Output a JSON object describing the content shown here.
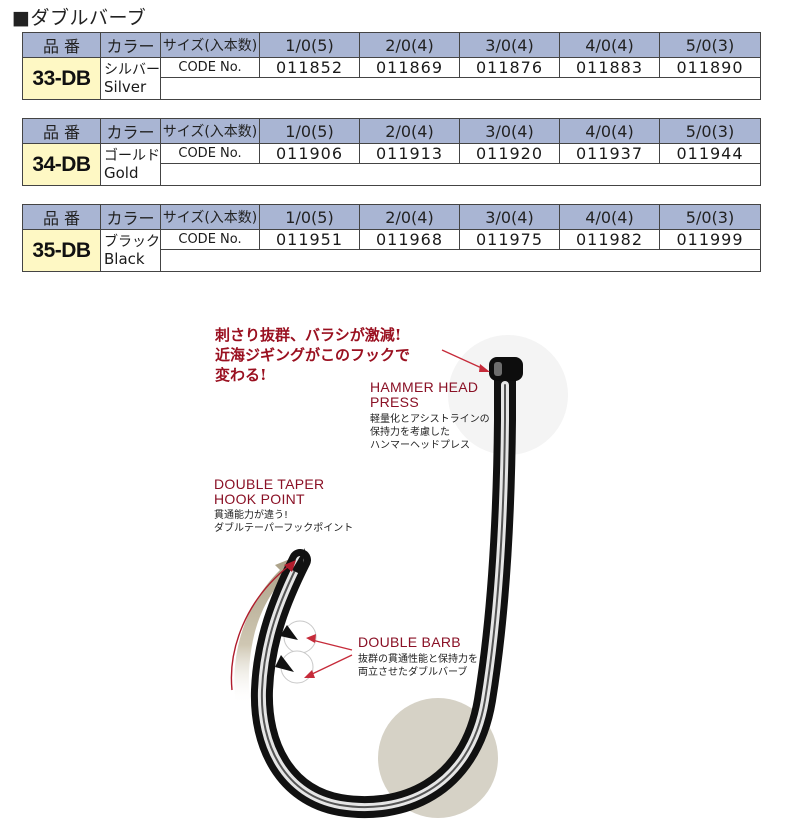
{
  "section_title": "■ダブルバーブ",
  "header": {
    "col_name": "品 番",
    "col_color": "カラー",
    "col_size": "サイズ(入本数)",
    "sizes": [
      "1/0(5)",
      "2/0(4)",
      "3/0(4)",
      "4/0(4)",
      "5/0(3)"
    ]
  },
  "code_label": "CODE No.",
  "products": [
    {
      "code": "33-DB",
      "color_jp": "シルバー",
      "color_en": "Silver",
      "codes": [
        "011852",
        "011869",
        "011876",
        "011883",
        "011890"
      ]
    },
    {
      "code": "34-DB",
      "color_jp": "ゴールド",
      "color_en": "Gold",
      "codes": [
        "011906",
        "011913",
        "011920",
        "011937",
        "011944"
      ]
    },
    {
      "code": "35-DB",
      "color_jp": "ブラック",
      "color_en": "Black",
      "codes": [
        "011951",
        "011968",
        "011975",
        "011982",
        "011999"
      ]
    }
  ],
  "catchphrase": {
    "line1": "刺さり抜群、バラシが激減!",
    "line2": "近海ジギングがこのフックで",
    "line3": "変わる!"
  },
  "callouts": {
    "hammer": {
      "title1": "HAMMER HEAD",
      "title2": "PRESS",
      "desc1": "軽量化とアシストラインの",
      "desc2": "保持力を考慮した",
      "desc3": "ハンマーヘッドプレス"
    },
    "taper": {
      "title1": "DOUBLE TAPER",
      "title2": "HOOK POINT",
      "desc1": "貫通能力が違う!",
      "desc2": "ダブルテーパーフックポイント"
    },
    "barb": {
      "title1": "DOUBLE BARB",
      "desc1": "抜群の貫通性能と保持力を",
      "desc2": "両立させたダブルバーブ"
    }
  },
  "colors": {
    "header_bg": "#a9b5d3",
    "code_bg": "#fef8c4",
    "accent": "#8a1025"
  }
}
